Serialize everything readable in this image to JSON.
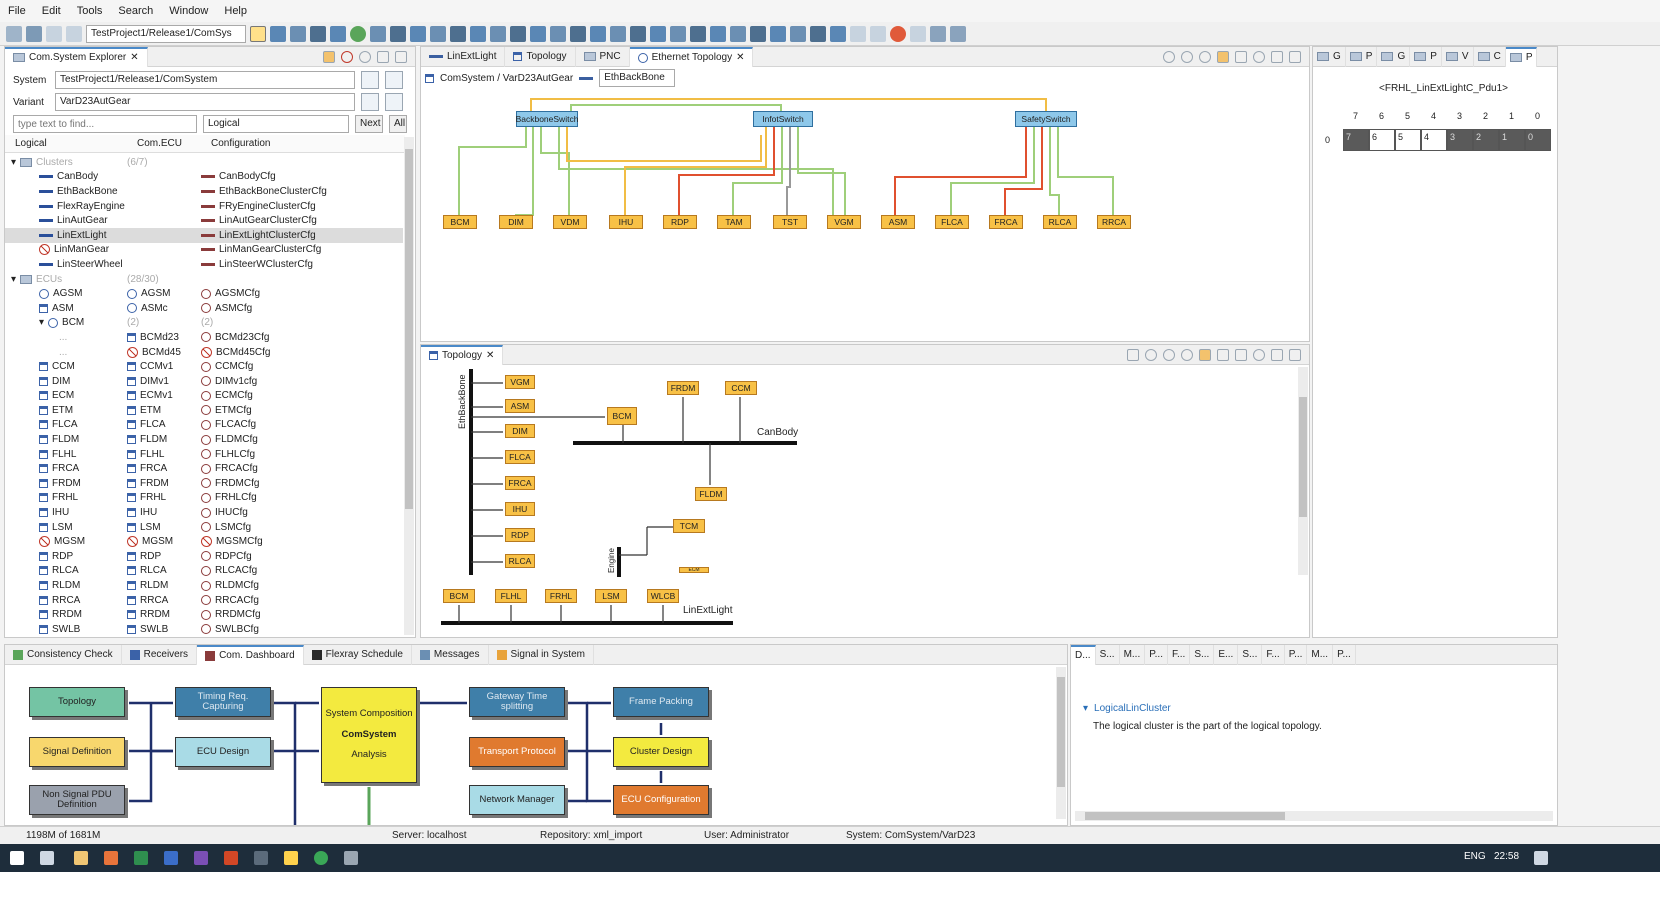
{
  "menu": [
    "File",
    "Edit",
    "Tools",
    "Search",
    "Window",
    "Help"
  ],
  "toolbar": {
    "path": "TestProject1/Release1/ComSys"
  },
  "explorer": {
    "tab": "Com.System Explorer",
    "system_label": "System",
    "system_value": "TestProject1/Release1/ComSystem",
    "variant_label": "Variant",
    "variant_value": "VarD23AutGear",
    "find_placeholder": "type text to find...",
    "filter_value": "Logical",
    "next_label": "Next",
    "all_label": "All",
    "columns": [
      "Logical",
      "Com.ECU",
      "Configuration"
    ],
    "clusters_label": "Clusters",
    "clusters_count": "(6/7)",
    "clusters": [
      {
        "name": "CanBody",
        "cfg": "CanBodyCfg"
      },
      {
        "name": "EthBackBone",
        "cfg": "EthBackBoneClusterCfg"
      },
      {
        "name": "FlexRayEngine",
        "cfg": "FRyEngineClusterCfg"
      },
      {
        "name": "LinAutGear",
        "cfg": "LinAutGearClusterCfg"
      },
      {
        "name": "LinExtLight",
        "cfg": "LinExtLightClusterCfg"
      },
      {
        "name": "LinManGear",
        "cfg": "LinManGearClusterCfg"
      },
      {
        "name": "LinSteerWheel",
        "cfg": "LinSteerWClusterCfg"
      }
    ],
    "ecus_label": "ECUs",
    "ecus_count": "(28/30)",
    "ecus": [
      {
        "name": "AGSM",
        "ecu": "AGSM",
        "cfg": "AGSMCfg"
      },
      {
        "name": "ASM",
        "ecu": "ASMc",
        "cfg": "ASMCfg"
      },
      {
        "name": "BCM",
        "ecu": "(2)",
        "cfg": "(2)"
      },
      {
        "name": "...",
        "ecu": "BCMd23",
        "cfg": "BCMd23Cfg"
      },
      {
        "name": "...",
        "ecu": "BCMd45",
        "cfg": "BCMd45Cfg"
      },
      {
        "name": "CCM",
        "ecu": "CCMv1",
        "cfg": "CCMCfg"
      },
      {
        "name": "DIM",
        "ecu": "DIMv1",
        "cfg": "DIMv1cfg"
      },
      {
        "name": "ECM",
        "ecu": "ECMv1",
        "cfg": "ECMCfg"
      },
      {
        "name": "ETM",
        "ecu": "ETM",
        "cfg": "ETMCfg"
      },
      {
        "name": "FLCA",
        "ecu": "FLCA",
        "cfg": "FLCACfg"
      },
      {
        "name": "FLDM",
        "ecu": "FLDM",
        "cfg": "FLDMCfg"
      },
      {
        "name": "FLHL",
        "ecu": "FLHL",
        "cfg": "FLHLCfg"
      },
      {
        "name": "FRCA",
        "ecu": "FRCA",
        "cfg": "FRCACfg"
      },
      {
        "name": "FRDM",
        "ecu": "FRDM",
        "cfg": "FRDMCfg"
      },
      {
        "name": "FRHL",
        "ecu": "FRHL",
        "cfg": "FRHLCfg"
      },
      {
        "name": "IHU",
        "ecu": "IHU",
        "cfg": "IHUCfg"
      },
      {
        "name": "LSM",
        "ecu": "LSM",
        "cfg": "LSMCfg"
      },
      {
        "name": "MGSM",
        "ecu": "MGSM",
        "cfg": "MGSMCfg"
      },
      {
        "name": "RDP",
        "ecu": "RDP",
        "cfg": "RDPCfg"
      },
      {
        "name": "RLCA",
        "ecu": "RLCA",
        "cfg": "RLCACfg"
      },
      {
        "name": "RLDM",
        "ecu": "RLDM",
        "cfg": "RLDMCfg"
      },
      {
        "name": "RRCA",
        "ecu": "RRCA",
        "cfg": "RRCACfg"
      },
      {
        "name": "RRDM",
        "ecu": "RRDM",
        "cfg": "RRDMCfg"
      },
      {
        "name": "SWLB",
        "ecu": "SWLB",
        "cfg": "SWLBCfg"
      }
    ]
  },
  "editor": {
    "tabs": [
      "LinExtLight",
      "Topology",
      "PNC",
      "Ethernet Topology"
    ],
    "breadcrumb": "ComSystem / VarD23AutGear",
    "cluster_select": "EthBackBone",
    "switches": [
      "BackboneSwitch",
      "InfotSwitch",
      "SafetySwitch"
    ],
    "ecus": [
      "BCM",
      "DIM",
      "VDM",
      "IHU",
      "RDP",
      "TAM",
      "TST",
      "VGM",
      "ASM",
      "FLCA",
      "FRCA",
      "RLCA",
      "RRCA"
    ]
  },
  "topology": {
    "tab": "Topology",
    "eth_label": "EthBackBone",
    "eth_nodes": [
      "VGM",
      "ASM",
      "DIM",
      "FLCA",
      "FRCA",
      "IHU",
      "RDP",
      "RLCA"
    ],
    "can_label": "CanBody",
    "can_bcm": "BCM",
    "frdm": "FRDM",
    "ccm": "CCM",
    "fldm": "FLDM",
    "tcm": "TCM",
    "ecm_partial": "ECM",
    "engine_label": "Engine",
    "lin_label": "LinExtLight",
    "lin_nodes": [
      "BCM",
      "FLHL",
      "FRHL",
      "LSM",
      "WLCB"
    ]
  },
  "pdu": {
    "tabs": [
      "G",
      "P",
      "G",
      "P",
      "V",
      "C",
      "P"
    ],
    "title": "<FRHL_LinExtLightC_Pdu1>",
    "bit_headers": [
      "7",
      "6",
      "5",
      "4",
      "3",
      "2",
      "1",
      "0"
    ],
    "row_label": "0",
    "cells": [
      "7",
      "6",
      "5",
      "4",
      "3",
      "2",
      "1",
      "0"
    ]
  },
  "bottom": {
    "tabs": [
      "Consistency Check",
      "Receivers",
      "Com. Dashboard",
      "Flexray Schedule",
      "Messages",
      "Signal in System"
    ],
    "dashboard": {
      "topology": "Topology",
      "signal_def": "Signal Definition",
      "non_signal": "Non Signal PDU Definition",
      "timing": "Timing Req. Capturing",
      "ecu_design": "ECU Design",
      "syscomp": "System Composition",
      "comsystem": "ComSystem",
      "analysis": "Analysis",
      "gateway": "Gateway Time splitting",
      "transport": "Transport Protocol",
      "netmgr": "Network Manager",
      "frame": "Frame Packing",
      "cluster": "Cluster Design",
      "ecucfg": "ECU Configuration"
    }
  },
  "doc": {
    "tabs": [
      "D...",
      "S...",
      "M...",
      "P...",
      "F...",
      "S...",
      "E...",
      "S...",
      "F...",
      "P...",
      "M...",
      "P..."
    ],
    "section": "LogicalLinCluster",
    "text": "The logical cluster is the part of the logical topology."
  },
  "status": {
    "memory": "1198M of 1681M",
    "server": "Server: localhost",
    "repo": "Repository: xml_import",
    "user": "User: Administrator",
    "system": "System: ComSystem/VarD23"
  },
  "taskbar": {
    "lang": "ENG",
    "time": "22:58"
  },
  "colors": {
    "node": "#f8c146",
    "switch": "#8ec8ea",
    "accent": "#4a89c8"
  }
}
